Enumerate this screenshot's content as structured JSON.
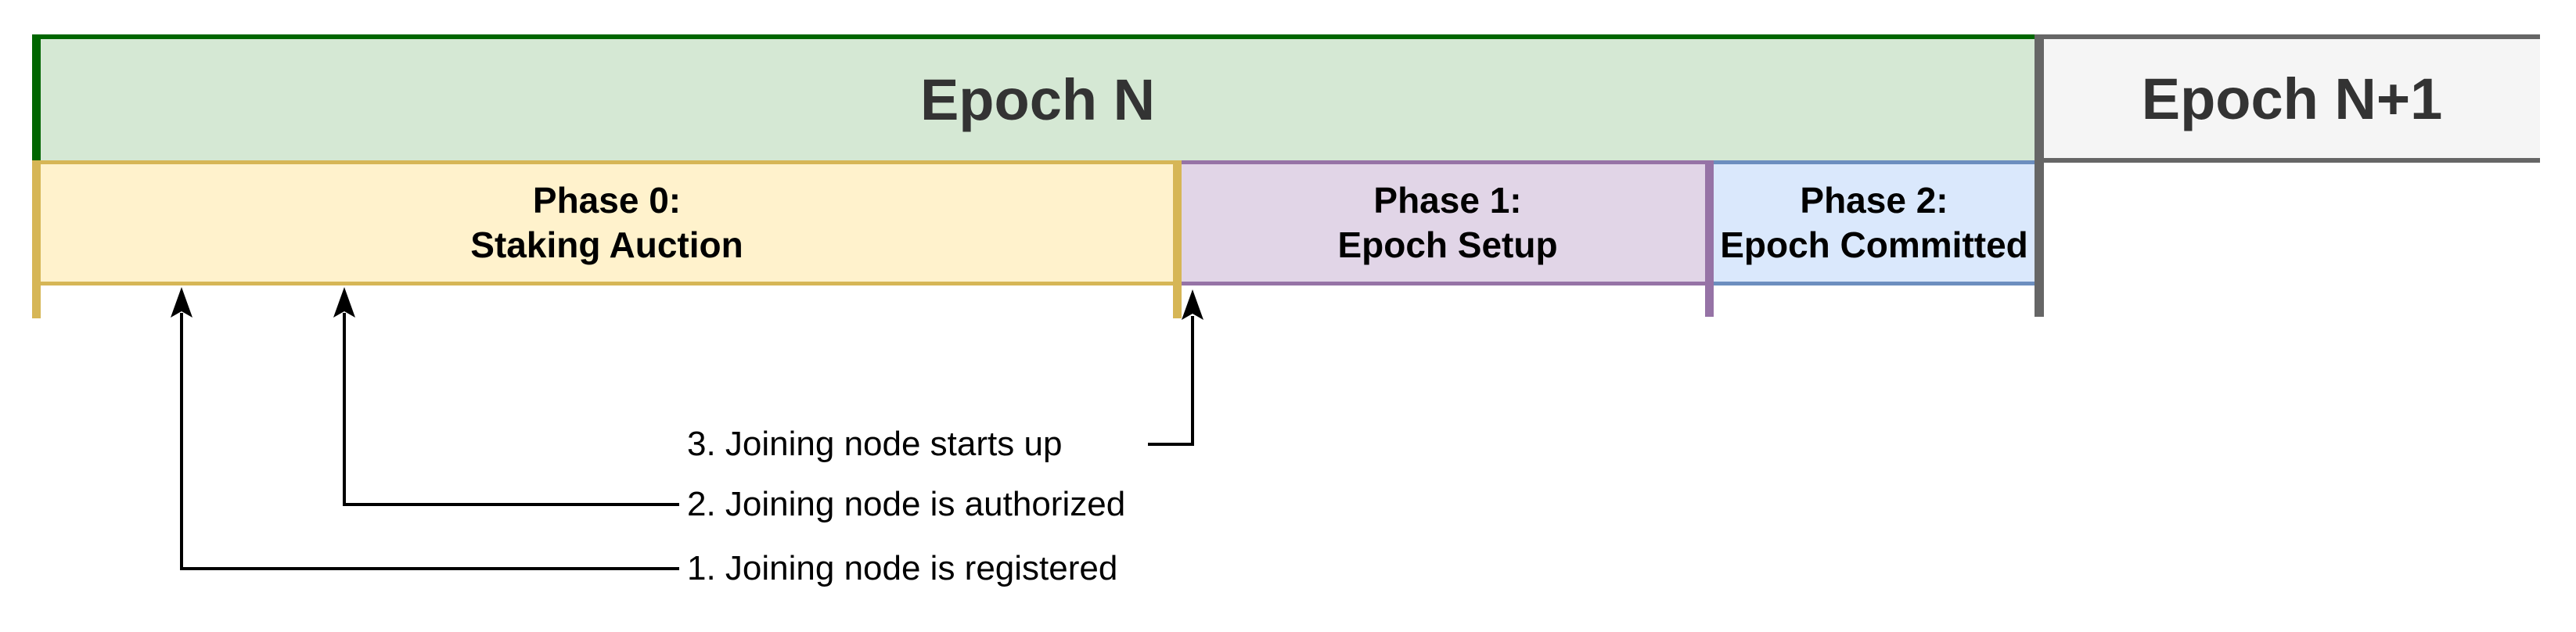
{
  "diagram": {
    "epoch_n": {
      "label": "Epoch N"
    },
    "epoch_n1": {
      "label": "Epoch N+1"
    },
    "phases": [
      {
        "line1": "Phase 0:",
        "line2": "Staking Auction"
      },
      {
        "line1": "Phase 1:",
        "line2": "Epoch Setup"
      },
      {
        "line1": "Phase 2:",
        "line2": "Epoch Committed"
      }
    ],
    "annotations": [
      {
        "label": "1. Joining node is registered"
      },
      {
        "label": "2. Joining node is authorized"
      },
      {
        "label": "3. Joining node starts up"
      }
    ]
  },
  "colors": {
    "green-fill": "#d5e8d4",
    "green-stroke": "#006600",
    "yellow-fill": "#fff2cc",
    "yellow-stroke": "#d6b656",
    "purple-fill": "#e1d5e7",
    "purple-stroke": "#9673a6",
    "blue-fill": "#dae8fc",
    "blue-stroke": "#6c8ebf",
    "gray-fill": "#f5f5f5",
    "gray-stroke": "#666666",
    "epoch-text": "#333333",
    "connector": "#000000"
  }
}
